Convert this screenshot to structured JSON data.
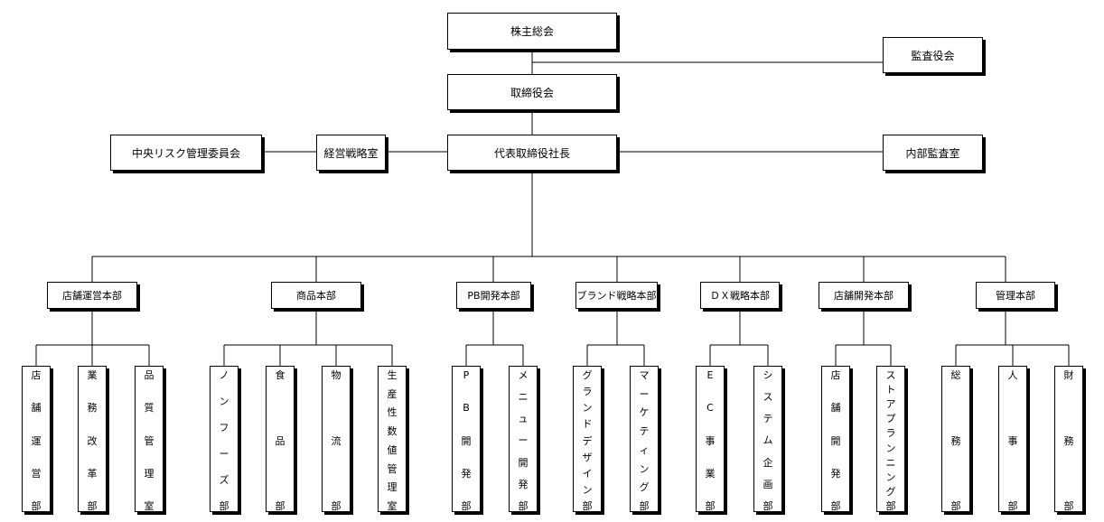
{
  "top": {
    "shareholders": "株主総会",
    "auditors": "監査役会",
    "board": "取締役会",
    "president": "代表取締役社長",
    "risk_committee": "中央リスク管理委員会",
    "strategy_office": "経営戦略室",
    "internal_audit": "内部監査室"
  },
  "divisions": [
    {
      "name": "店舗運営本部",
      "departments": [
        "店舗運営部",
        "業務改革部",
        "品質管理室"
      ]
    },
    {
      "name": "商品本部",
      "departments": [
        "ノンフーズ部",
        "食品部",
        "物流部",
        "生産性数値管理室"
      ]
    },
    {
      "name": "PB開発本部",
      "departments": [
        "PB開発部",
        "メニュー開発部"
      ]
    },
    {
      "name": "ブランド戦略本部",
      "departments": [
        "グランドデザイン部",
        "マーケティング部"
      ]
    },
    {
      "name": "ＤＸ戦略本部",
      "departments": [
        "EC事業部",
        "システム企画部"
      ]
    },
    {
      "name": "店舗開発本部",
      "departments": [
        "店舗開発部",
        "ストアプランニング部"
      ]
    },
    {
      "name": "管理本部",
      "departments": [
        "総務部",
        "人事部",
        "財務部"
      ]
    }
  ]
}
